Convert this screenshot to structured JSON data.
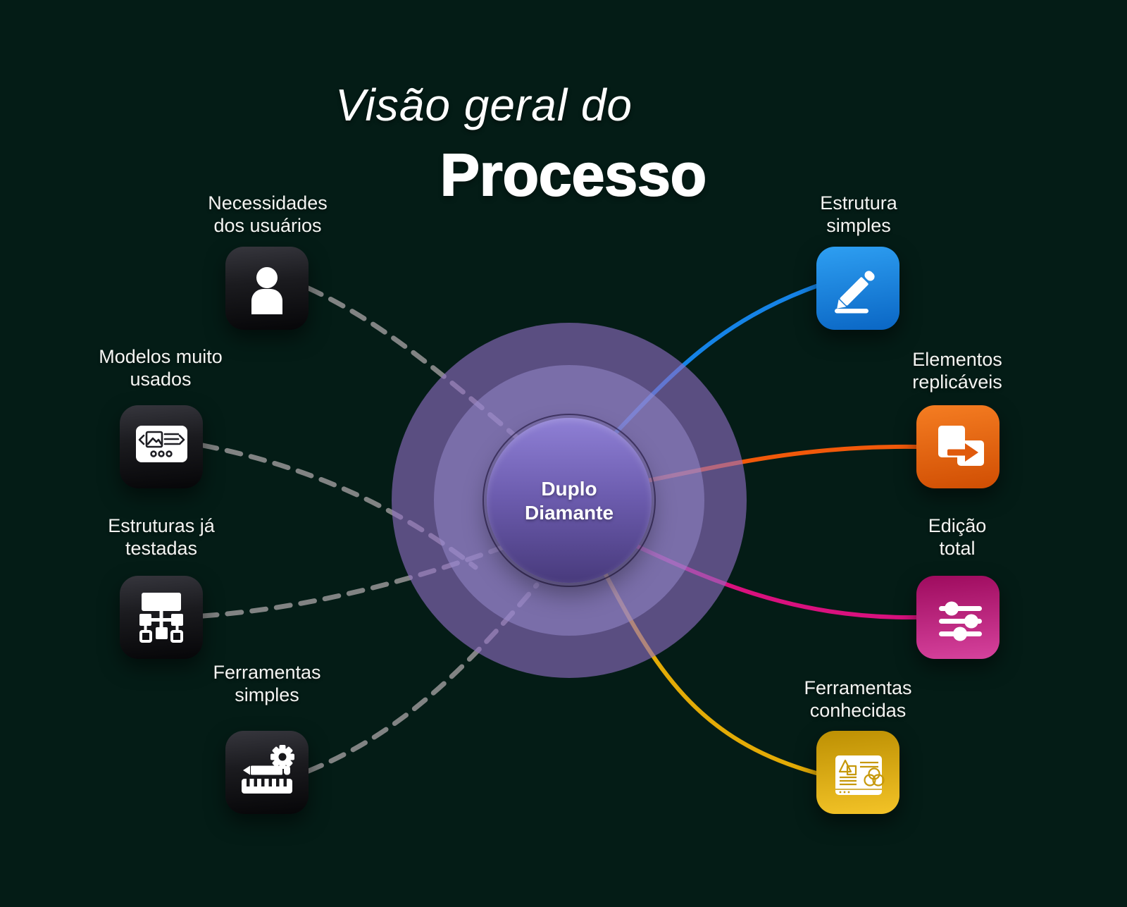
{
  "title": {
    "line1": "Visão geral do",
    "line2": "Processo"
  },
  "center": {
    "label": "Duplo\nDiamante"
  },
  "background_color": "#041c16",
  "ring_colors": {
    "outer": "#5a4f82",
    "middle": "#7a6eaa",
    "inner_top": "#8f80d6",
    "inner_bottom": "#483a7c"
  },
  "left_nodes": [
    {
      "label": "Necessidades\ndos usuários",
      "icon": "user-icon",
      "connector": "dashed-gray"
    },
    {
      "label": "Modelos muito\nusados",
      "icon": "template-icon",
      "connector": "dashed-gray"
    },
    {
      "label": "Estruturas já\ntestadas",
      "icon": "sitemap-icon",
      "connector": "dashed-gray"
    },
    {
      "label": "Ferramentas\nsimples",
      "icon": "ruler-pencil-gear-icon",
      "connector": "dashed-gray"
    }
  ],
  "right_nodes": [
    {
      "label": "Estrutura\nsimples",
      "icon": "pencil-edit-icon",
      "accent": "#1583e6"
    },
    {
      "label": "Elementos\nreplicáveis",
      "icon": "duplicate-arrow-icon",
      "accent": "#f1590a"
    },
    {
      "label": "Edição\ntotal",
      "icon": "sliders-icon",
      "accent": "#d9117e"
    },
    {
      "label": "Ferramentas\nconhecidas",
      "icon": "design-card-icon",
      "accent": "#e3ab06"
    }
  ],
  "connector_style": {
    "dash_color": "#8f8f8f"
  }
}
